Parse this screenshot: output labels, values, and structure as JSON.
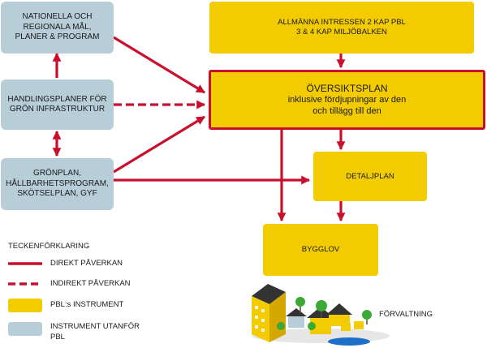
{
  "boxes": {
    "nationella": [
      "NATIONELLA OCH",
      "REGIONALA MÅL,",
      "PLANER & PROGRAM"
    ],
    "handlingsplaner": [
      "HANDLINGSPLANER FÖR",
      "GRÖN INFRASTRUKTUR"
    ],
    "gronplan": [
      "GRÖNPLAN,",
      "HÅLLBARHETSPROGRAM,",
      "SKÖTSELPLAN, GYF"
    ],
    "allmanna": [
      "ALLMÄNNA INTRESSEN 2 KAP PBL",
      "3 & 4 KAP MILJÖBALKEN"
    ],
    "oversiktsplan": {
      "title": "ÖVERSIKTSPLAN",
      "lines": [
        "inklusive fördjupningar av den",
        "och tillägg till den"
      ]
    },
    "detaljplan": "DETALJPLAN",
    "bygglov": "BYGGLOV"
  },
  "forvaltning": "FÖRVALTNING",
  "legend": {
    "title": "TECKENFÖRKLARING",
    "items": [
      {
        "label": "DIREKT PÅVERKAN",
        "kind": "solid-line"
      },
      {
        "label": "INDIREKT PÅVERKAN",
        "kind": "dashed-line"
      },
      {
        "label": "PBL:s INSTRUMENT",
        "kind": "yellow-box"
      },
      {
        "label_lines": [
          "INSTRUMENT UTANFÖR",
          "PBL"
        ],
        "kind": "blue-box"
      }
    ]
  },
  "colors": {
    "red": "#c8102e",
    "yellow": "#f2cb00",
    "blue": "#b7cdd8"
  }
}
